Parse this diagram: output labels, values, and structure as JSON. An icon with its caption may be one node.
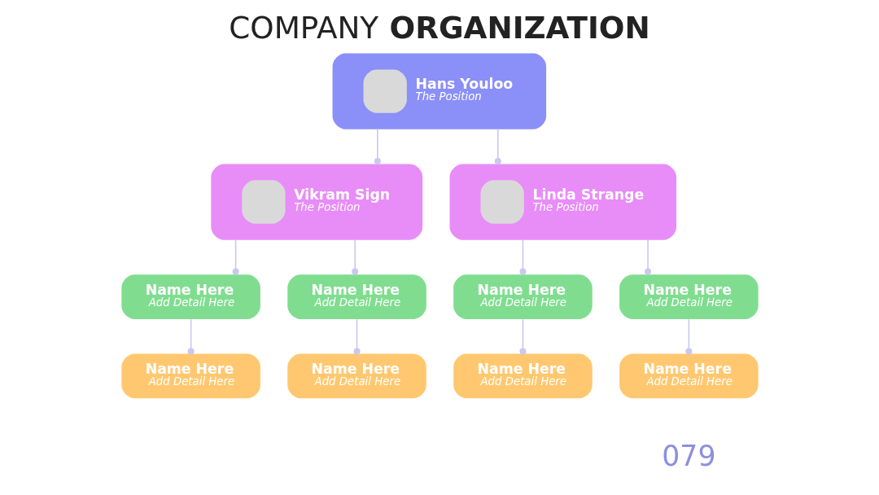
{
  "diagram": {
    "title": "COMPANY **ORGANIZATION**",
    "nodes": [
      {
        "text": [
          "Hans Youloo",
          "The Position"
        ]
      },
      {
        "text": [
          "Vikram Sign",
          "The Position"
        ]
      },
      {
        "text": [
          "Linda Strange",
          "The Position"
        ]
      },
      {
        "text": [
          "Name Here",
          "Add Detail Here"
        ]
      },
      {
        "text": [
          "Name Here",
          "Add Detail Here"
        ]
      },
      {
        "text": [
          "Name Here",
          "Add Detail Here"
        ]
      },
      {
        "text": [
          "Name Here",
          "Add Detail Here"
        ]
      },
      {
        "text": [
          "Name Here",
          "Add Detail Here"
        ]
      },
      {
        "text": [
          "Name Here",
          "Add Detail Here"
        ]
      },
      {
        "text": [
          "Name Here",
          "Add Detail Here"
        ]
      },
      {
        "text": [
          "Name Here",
          "Add Detail Here"
        ]
      }
    ],
    "edges": [
      {
        "from": 0,
        "to": 1,
        "arrow": "other"
      },
      {
        "from": 0,
        "to": 2,
        "arrow": "other"
      },
      {
        "from": 1,
        "to": 3,
        "arrow": "other"
      },
      {
        "from": 1,
        "to": 4,
        "arrow": "other"
      },
      {
        "from": 2,
        "to": 5,
        "arrow": "other"
      },
      {
        "from": 2,
        "to": 6,
        "arrow": "other"
      },
      {
        "from": 3,
        "to": 7,
        "arrow": "other"
      },
      {
        "from": 4,
        "to": 8,
        "arrow": "other"
      },
      {
        "from": 5,
        "to": 9,
        "arrow": "other"
      },
      {
        "from": 6,
        "to": 10,
        "arrow": "other"
      }
    ],
    "labels": [
      "079"
    ]
  }
}
